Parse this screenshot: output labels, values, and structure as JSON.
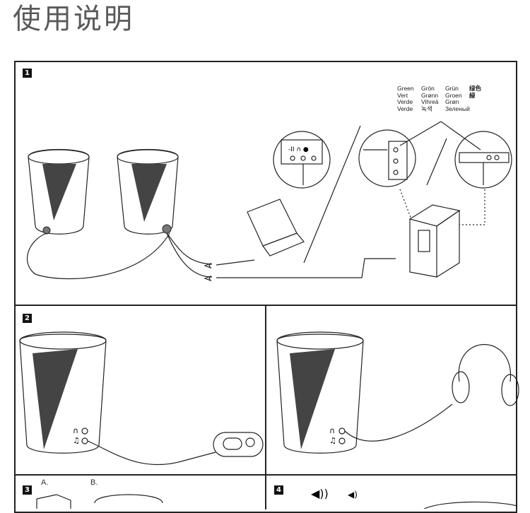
{
  "page": {
    "title": "使用说明"
  },
  "panels": {
    "p1": {
      "number": "1"
    },
    "p2": {
      "number": "2"
    },
    "p3": {
      "number": "3",
      "label_a": "A.",
      "label_b": "B."
    },
    "p4": {
      "number": "4"
    }
  },
  "jack_colors": [
    [
      "Green",
      "Grön",
      "Grün",
      "绿色"
    ],
    [
      "Vert",
      "Grønn",
      "Groen",
      "緑"
    ],
    [
      "Verde",
      "Vihreä",
      "Grøn",
      ""
    ],
    [
      "Verde",
      "녹색",
      "Зеленый",
      ""
    ]
  ],
  "icons": {
    "headphone_jack": "headphone-icon",
    "line_in": "music-note-icon",
    "volume_up": "volume-up-icon",
    "volume_down": "volume-down-icon"
  }
}
